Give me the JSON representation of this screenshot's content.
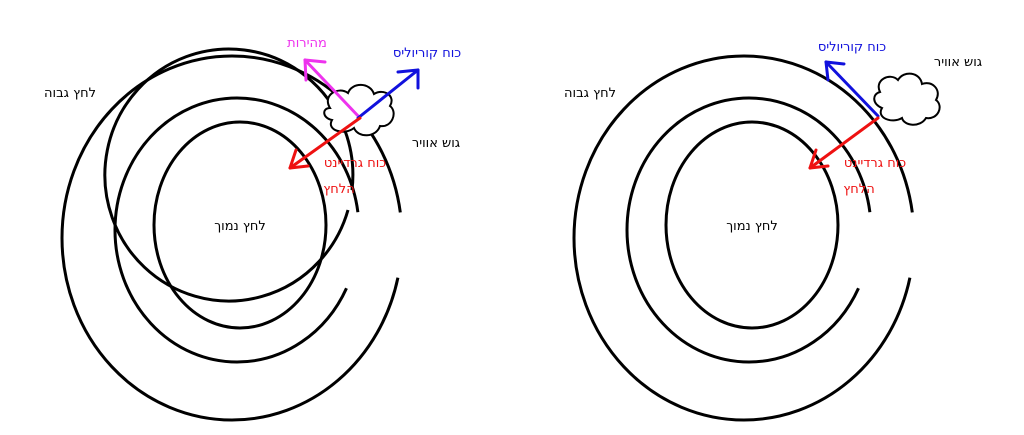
{
  "colors": {
    "ink": "#000000",
    "pressure_gradient": "#ee1111",
    "coriolis": "#1111dd",
    "velocity": "#ee33ee"
  },
  "diagrams": [
    {
      "low_pressure": "לחץ נמוך",
      "high_pressure": "לחץ גבוה",
      "air_mass": "גוש אוויר",
      "pressure_gradient_line1": "כוח גרדיינט",
      "pressure_gradient_line2": "הלחץ",
      "coriolis": "כוח קוריוליס",
      "velocity": "מהירות"
    },
    {
      "low_pressure": "לחץ נמוך",
      "high_pressure": "לחץ גבוה",
      "air_mass": "גוש אוויר",
      "pressure_gradient_line1": "כוח גרדיינט",
      "pressure_gradient_line2": "הלחץ",
      "coriolis": "כוח קוריוליס"
    }
  ]
}
